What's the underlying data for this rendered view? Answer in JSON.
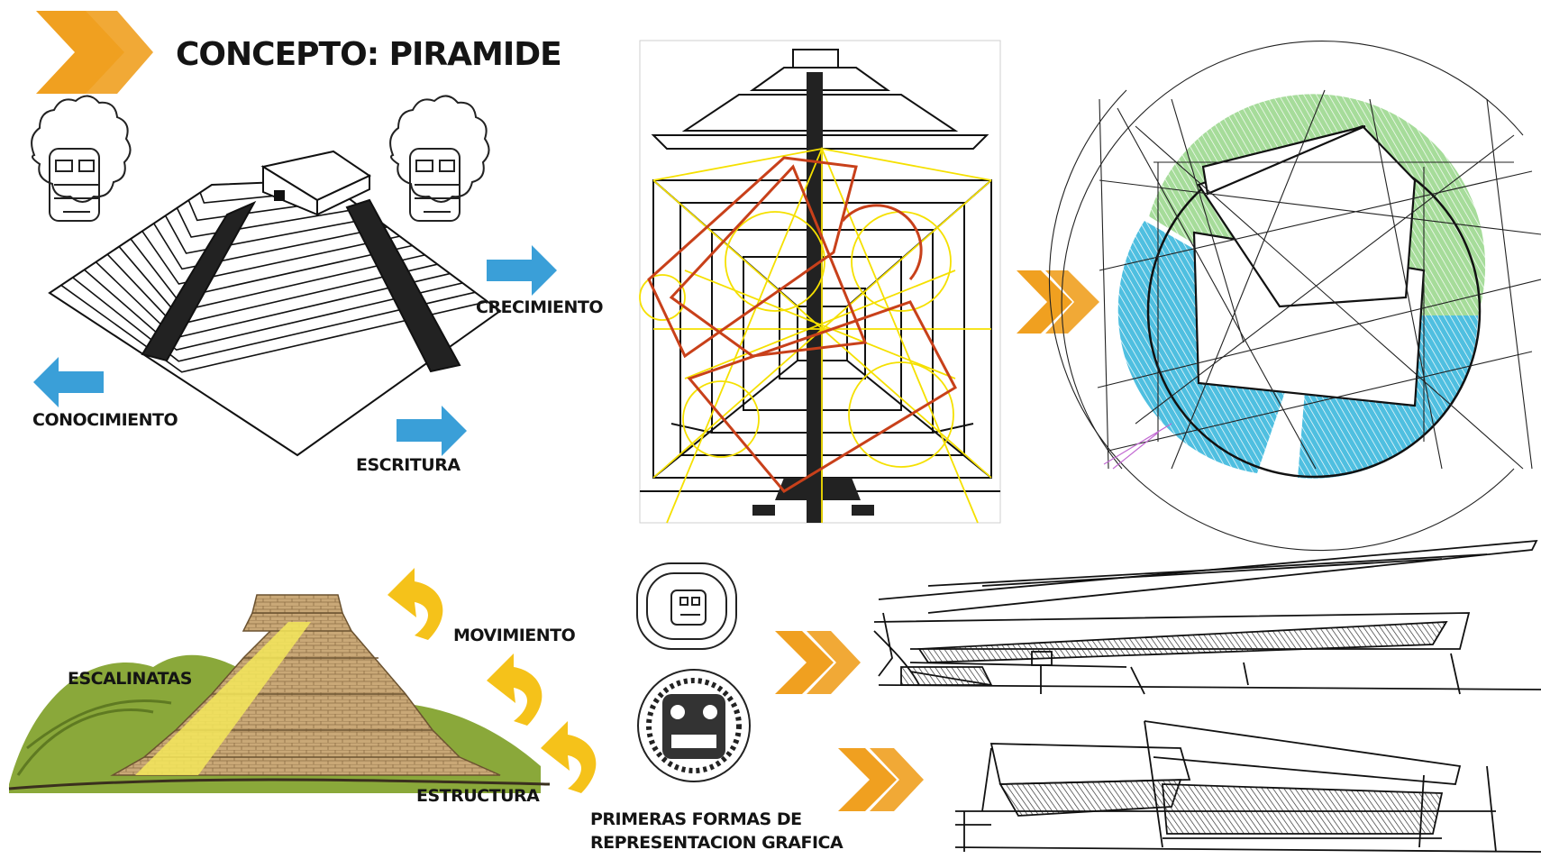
{
  "title": "CONCEPTO: PIRAMIDE",
  "labels": {
    "crecimiento": "CRECIMIENTO",
    "conocimiento": "CONOCIMIENTO",
    "escritura": "ESCRITURA",
    "movimiento": "MOVIMIENTO",
    "escalinatas": "ESCALINATAS",
    "estructura": "ESTRUCTURA",
    "primeras_formas_line1": "PRIMERAS FORMAS DE",
    "primeras_formas_line2": "REPRESENTACION GRAFICA"
  },
  "colors": {
    "chevron": "#f0a020",
    "arrow_blue": "#3a9fd8",
    "arrow_yellow": "#f5c21a",
    "plan_red": "#c8401a",
    "plan_yellow": "#f5e000",
    "zone_green": "#a6dc9a",
    "zone_blue": "#4fbfe0",
    "stone": "#c9a877",
    "grass": "#8aa83a"
  }
}
